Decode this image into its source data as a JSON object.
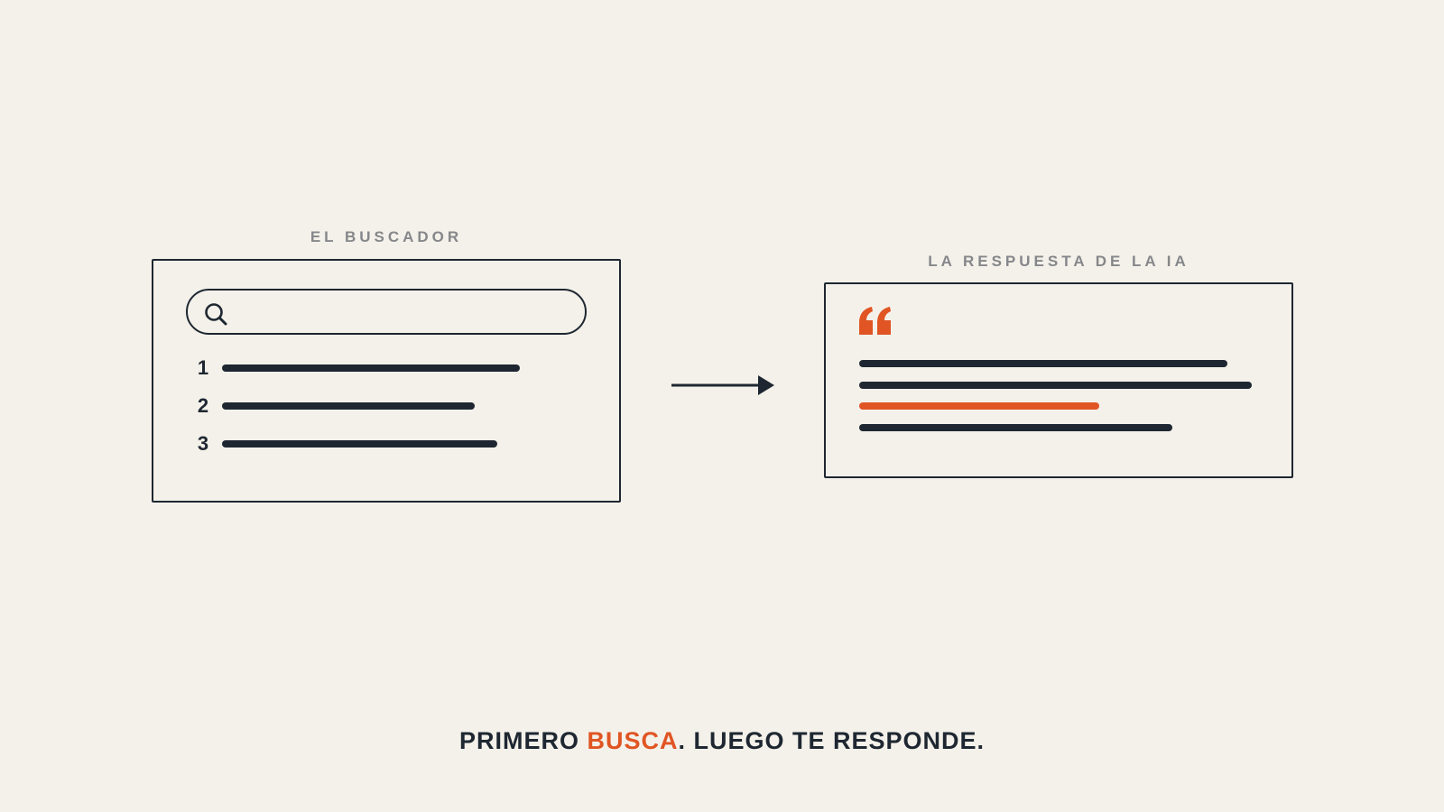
{
  "search_panel": {
    "title": "EL BUSCADOR",
    "search_icon": "search-icon",
    "results": [
      {
        "rank": "1"
      },
      {
        "rank": "2"
      },
      {
        "rank": "3"
      }
    ]
  },
  "answer_panel": {
    "title": "LA RESPUESTA DE LA IA",
    "quote_icon": "quote-icon"
  },
  "arrow_icon": "arrow-right-icon",
  "tagline": {
    "part1": "PRIMERO ",
    "highlight": "BUSCA",
    "part2": ". LUEGO TE RESPONDE."
  },
  "colors": {
    "background": "#f4f1ea",
    "ink": "#1e2731",
    "accent": "#e05523",
    "title_gray": "#85878a"
  }
}
